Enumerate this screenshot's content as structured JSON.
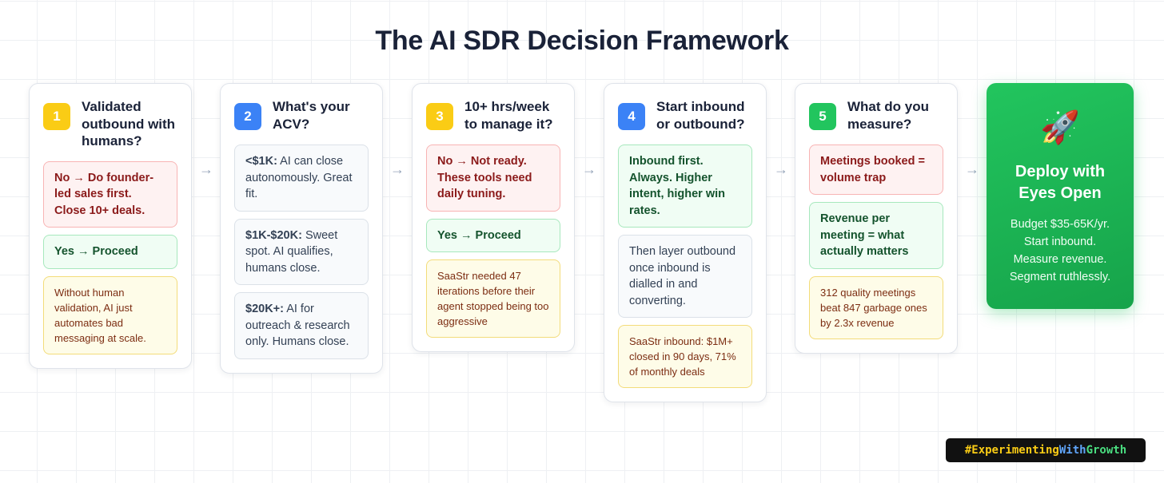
{
  "title": "The AI SDR Decision Framework",
  "steps": [
    {
      "number": "1",
      "question": "Validated outbound with humans?",
      "boxes": [
        {
          "type": "red",
          "text": "No → Do founder-led sales first. Close 10+ deals."
        },
        {
          "type": "green",
          "text": "Yes → Proceed"
        },
        {
          "type": "yellow",
          "text": "Without human validation, AI just automates bad messaging at scale."
        }
      ]
    },
    {
      "number": "2",
      "question": "What's your ACV?",
      "boxes": [
        {
          "type": "gray",
          "lead": "<$1K:",
          "text": " AI can close autonomously. Great fit."
        },
        {
          "type": "gray",
          "lead": "$1K-$20K:",
          "text": " Sweet spot. AI qualifies, humans close."
        },
        {
          "type": "gray",
          "lead": "$20K+:",
          "text": " AI for outreach & research only. Humans close."
        }
      ]
    },
    {
      "number": "3",
      "question": "10+ hrs/week to manage it?",
      "boxes": [
        {
          "type": "red",
          "text": "No → Not ready. These tools need daily tuning."
        },
        {
          "type": "green",
          "text": "Yes → Proceed"
        },
        {
          "type": "yellow",
          "text": "SaaStr needed 47 iterations before their agent stopped being too aggressive"
        }
      ]
    },
    {
      "number": "4",
      "question": "Start inbound or outbound?",
      "boxes": [
        {
          "type": "green",
          "text": "Inbound first. Always. Higher intent, higher win rates."
        },
        {
          "type": "gray",
          "text": "Then layer outbound once inbound is dialled in and converting."
        },
        {
          "type": "yellow",
          "text": "SaaStr inbound: $1M+ closed in 90 days, 71% of monthly deals"
        }
      ]
    },
    {
      "number": "5",
      "question": "What do you measure?",
      "boxes": [
        {
          "type": "red",
          "text": "Meetings booked = volume trap"
        },
        {
          "type": "green",
          "text": "Revenue per meeting = what actually matters"
        },
        {
          "type": "yellow",
          "text": "312 quality meetings beat 847 garbage ones by 2.3x revenue"
        }
      ]
    }
  ],
  "arrows": [
    "→",
    "→",
    "→",
    "→",
    "→"
  ],
  "deploy": {
    "icon": "🚀",
    "icon_name": "rocket-icon",
    "title": "Deploy with Eyes Open",
    "body": "Budget $35-65K/yr. Start inbound. Measure revenue. Segment ruthlessly."
  },
  "hashtag": {
    "part1": "#Experimenting",
    "part2": "With",
    "part3": "Growth"
  },
  "colors": {
    "yellow_step": "#facc15",
    "blue_step": "#3b82f6",
    "green_step": "#22c55e",
    "deploy_green": "#16a34a"
  }
}
